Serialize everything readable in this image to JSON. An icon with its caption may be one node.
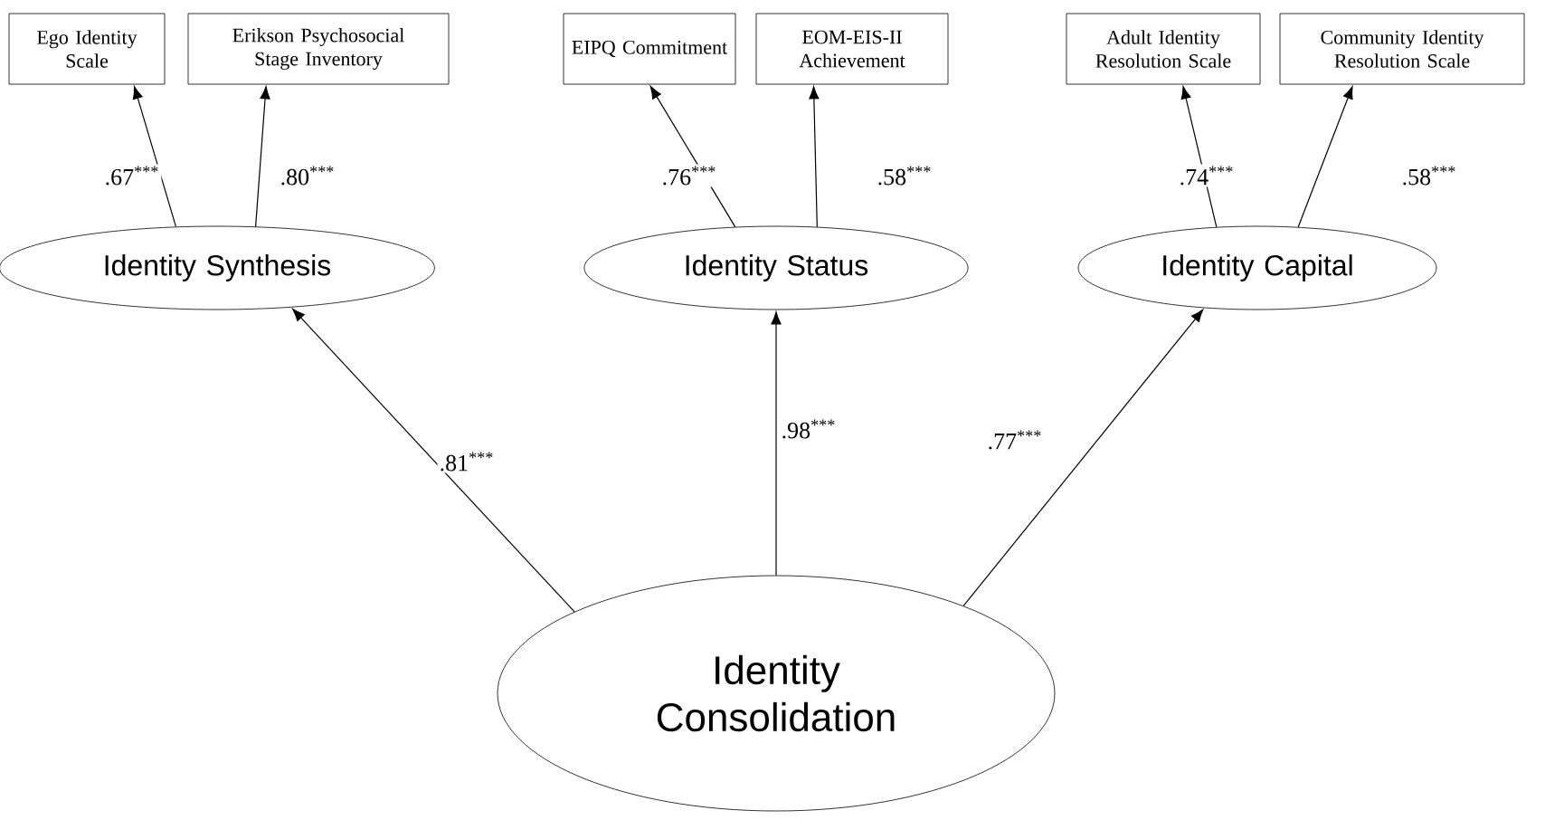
{
  "diagram": {
    "nodes": [
      {
        "text": [
          "Ego Identity Scale"
        ]
      },
      {
        "text": [
          "Erikson Psychosocial Stage Inventory"
        ]
      },
      {
        "text": [
          "EIPQ Commitment"
        ]
      },
      {
        "text": [
          "EOM-EIS-II Achievement"
        ]
      },
      {
        "text": [
          "Adult Identity Resolution Scale"
        ]
      },
      {
        "text": [
          "Community Identity Resolution Scale"
        ]
      },
      {
        "text": [
          "Identity Synthesis"
        ]
      },
      {
        "text": [
          "Identity Status"
        ]
      },
      {
        "text": [
          "Identity Capital"
        ]
      },
      {
        "text": [
          "Identity Consolidation"
        ]
      }
    ],
    "edges": [
      {
        "from": 6,
        "to": 0,
        "arrow": "to",
        "label": ".67$^{***}$"
      },
      {
        "from": 6,
        "to": 1,
        "arrow": "to",
        "label": ".80$^{***}$"
      },
      {
        "from": 7,
        "to": 2,
        "arrow": "to",
        "label": ".76$^{***}$"
      },
      {
        "from": 7,
        "to": 3,
        "arrow": "to",
        "label": ".58$^{***}$"
      },
      {
        "from": 8,
        "to": 4,
        "arrow": "to",
        "label": ".74$^{***}$"
      },
      {
        "from": 8,
        "to": 5,
        "arrow": "to",
        "label": ".58$^{***}$"
      },
      {
        "from": 9,
        "to": 6,
        "arrow": "to",
        "label": ".81$^{***}$"
      },
      {
        "from": 9,
        "to": 7,
        "arrow": "to",
        "label": ".98$^{***}$"
      },
      {
        "from": 9,
        "to": 8,
        "arrow": "to",
        "label": ".77$^{***}$"
      }
    ]
  }
}
